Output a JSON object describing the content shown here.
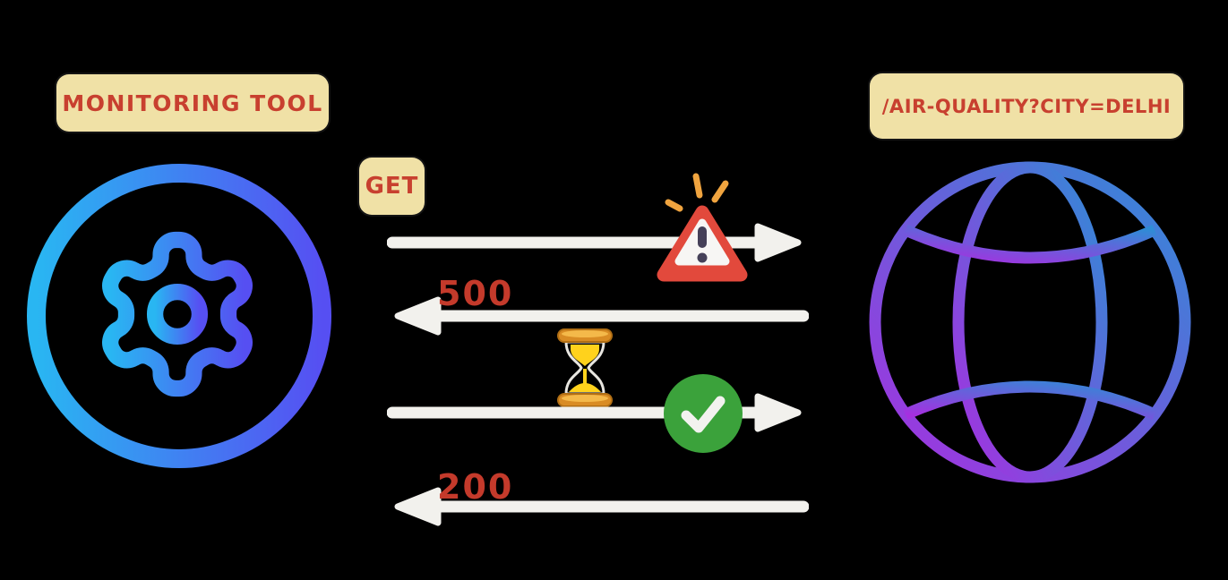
{
  "diagram": {
    "client_label": "MONITORING TOOL",
    "endpoint_label": "/AIR-QUALITY?CITY=DELHI",
    "method_label": "GET",
    "error_code": "500",
    "success_code": "200"
  },
  "icons": {
    "client": "gear-icon",
    "server": "globe-icon",
    "first_request_marker": "warning-icon",
    "retry_wait_marker": "hourglass-icon",
    "retry_request_marker": "success-check-icon",
    "request_arrows": "arrow-right-icon",
    "response_arrows": "arrow-left-icon"
  },
  "colors": {
    "background": "#000000",
    "label_bg": "#F0E1A6",
    "label_text": "#C8402F",
    "status_code_text": "#C43A2B",
    "arrow": "#F2F1ED",
    "gear_gradient_start": "#29B6F2",
    "gear_gradient_end": "#564FF2",
    "globe_gradient_start": "#A62FE0",
    "globe_gradient_end": "#2F8CD6",
    "warning_red": "#E2493C",
    "warning_exclaim": "#454058",
    "success_green": "#3BA23B",
    "hourglass_gold": "#D98C24",
    "sand_yellow": "#FFD21C",
    "spark_orange": "#F0A43F"
  }
}
